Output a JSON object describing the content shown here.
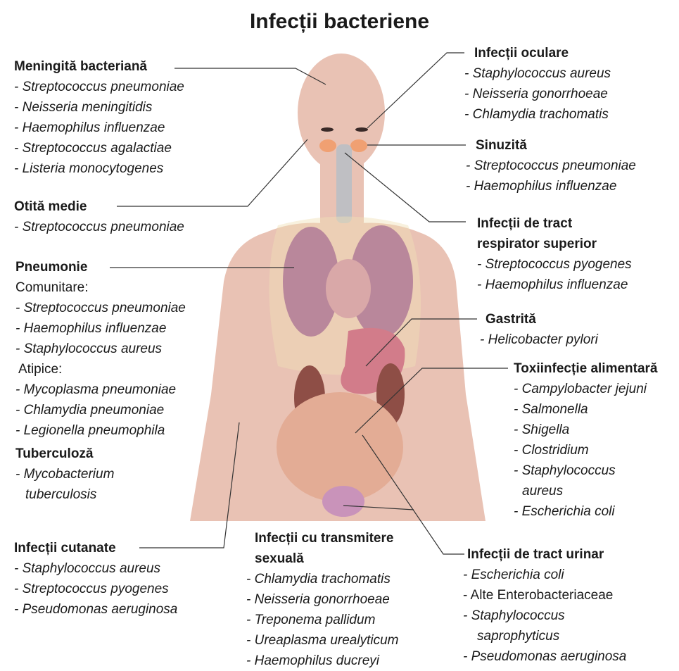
{
  "title": "Infecții bacteriene",
  "groups": {
    "meningita": {
      "title": "Meningită bacteriană",
      "items": [
        "- Streptococcus pneumoniae",
        "- Neisseria meningitidis",
        "- Haemophilus influenzae",
        "- Streptococcus agalactiae",
        "- Listeria monocytogenes"
      ]
    },
    "otita": {
      "title": "Otită medie",
      "items": [
        "- Streptococcus pneumoniae"
      ]
    },
    "pneumonie": {
      "title": "Pneumonie",
      "sub1": "Comunitare:",
      "items1": [
        "- Streptococcus pneumoniae",
        "- Haemophilus influenzae",
        "- Staphylococcus aureus"
      ],
      "sub2": "Atipice:",
      "items2": [
        "- Mycoplasma pneumoniae",
        "- Chlamydia pneumoniae",
        "- Legionella pneumophila"
      ]
    },
    "tuberculoza": {
      "title": "Tuberculoză",
      "items": [
        "- Mycobacterium",
        "tuberculosis"
      ]
    },
    "cutanate": {
      "title": "Infecții cutanate",
      "items": [
        "- Staphylococcus aureus",
        "- Streptococcus pyogenes",
        "- Pseudomonas aeruginosa"
      ]
    },
    "oculare": {
      "title": "Infecții oculare",
      "items": [
        "- Staphylococcus aureus",
        "- Neisseria gonorrhoeae",
        "- Chlamydia trachomatis"
      ]
    },
    "sinuzita": {
      "title": "Sinuzită",
      "items": [
        "- Streptococcus pneumoniae",
        "- Haemophilus influenzae"
      ]
    },
    "respirator": {
      "title1": "Infecții de tract",
      "title2": "respirator superior",
      "items": [
        "- Streptococcus pyogenes",
        "- Haemophilus influenzae"
      ]
    },
    "gastrita": {
      "title": "Gastrită",
      "items": [
        "- Helicobacter pylori"
      ]
    },
    "toxiinfectie": {
      "title": "Toxiinfecție alimentară",
      "items": [
        "- Campylobacter jejuni",
        "- Salmonella",
        "- Shigella",
        "- Clostridium",
        "- Staphylococcus",
        "aureus",
        "- Escherichia coli"
      ]
    },
    "sexuala": {
      "title1": "Infecții cu transmitere",
      "title2": "sexuală",
      "items": [
        "- Chlamydia trachomatis",
        "- Neisseria gonorrhoeae",
        "- Treponema pallidum",
        "- Ureaplasma urealyticum",
        "- Haemophilus ducreyi"
      ]
    },
    "urinar": {
      "title": "Infecții de tract urinar",
      "items": [
        "- Escherichia coli",
        "- Alte Enterobacteriaceae",
        "- Staphylococcus",
        "saprophyticus",
        "- Pseudomonas aeruginosa"
      ]
    }
  },
  "colors": {
    "skin": "#e9c2b4",
    "organ": "#c98f99",
    "sinus": "#f0a072",
    "line": "#333333"
  }
}
